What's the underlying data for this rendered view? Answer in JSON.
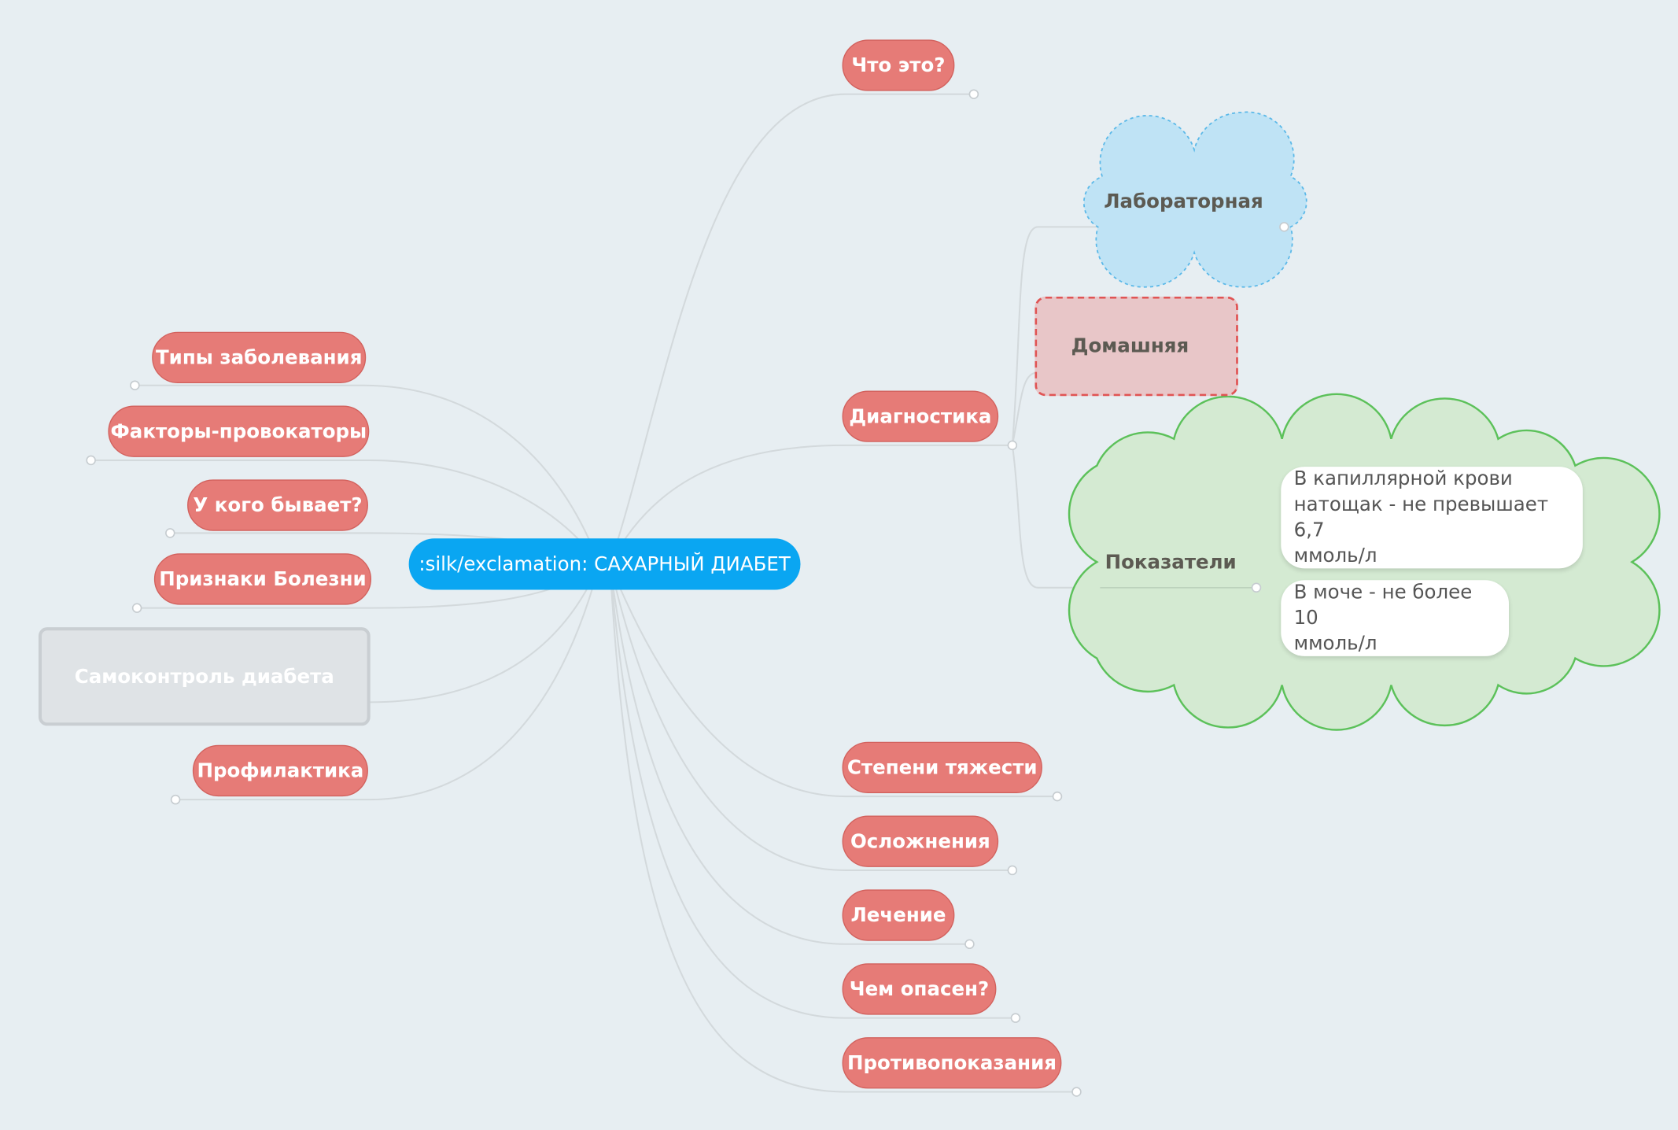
{
  "map": {
    "central": ":silk/exclamation: САХАРНЫЙ ДИАБЕТ",
    "left": {
      "types": "Типы заболевания",
      "factors": "Факторы-провокаторы",
      "who": "У кого бывает?",
      "signs": "Признаки Болезни",
      "selfcontrol": "Самоконтроль диабета",
      "prevention": "Профилактика"
    },
    "right": {
      "what": "Что это?",
      "diagnostics": "Диагностика",
      "severity": "Степени тяжести",
      "complications": "Осложнения",
      "treatment": "Лечение",
      "danger": "Чем опасен?",
      "contraindications": "Противопоказания"
    },
    "diagnostics_children": {
      "lab": "Лабораторная",
      "home": "Домашняя",
      "indicators": "Показатели"
    },
    "indicators_children": {
      "blood": "В капиллярной крови\nнатощак - не превышает 6,7\nммоль/л",
      "urine": "В моче - не более 10\nммоль/л"
    }
  },
  "colors": {
    "background": "#e7eef2",
    "central": "#0aa6f2",
    "topic": "#e67b77",
    "connector": "#d3d9dc",
    "cloud_blue": "#bfe3f5",
    "cloud_green": "#d4ead2",
    "pink_box": "#e8c6c8"
  }
}
